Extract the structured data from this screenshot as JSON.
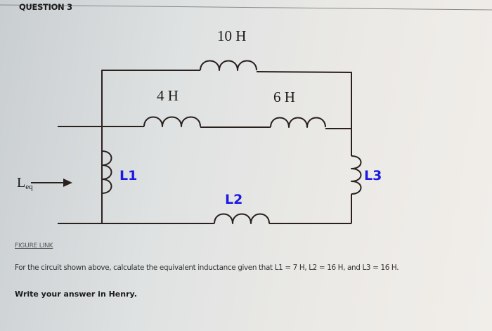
{
  "question": {
    "title": "QUESTION 3"
  },
  "circuit": {
    "labels": {
      "top_inductor": "10 H",
      "mid_left_inductor": "4 H",
      "mid_right_inductor": "6 H",
      "l1": "L1",
      "l2": "L2",
      "l3": "L3",
      "leq_main": "L",
      "leq_sub": "eq"
    },
    "colors": {
      "wire": "#2a211e",
      "variable_label": "#1a1ae0"
    }
  },
  "figure_link": "FIGURE LINK",
  "prompt": "For the circuit shown above, calculate the equivalent inductance given that L1 = 7 H, L2 = 16 H, and L3 = 16 H.",
  "instruction": "Write your answer in Henry."
}
